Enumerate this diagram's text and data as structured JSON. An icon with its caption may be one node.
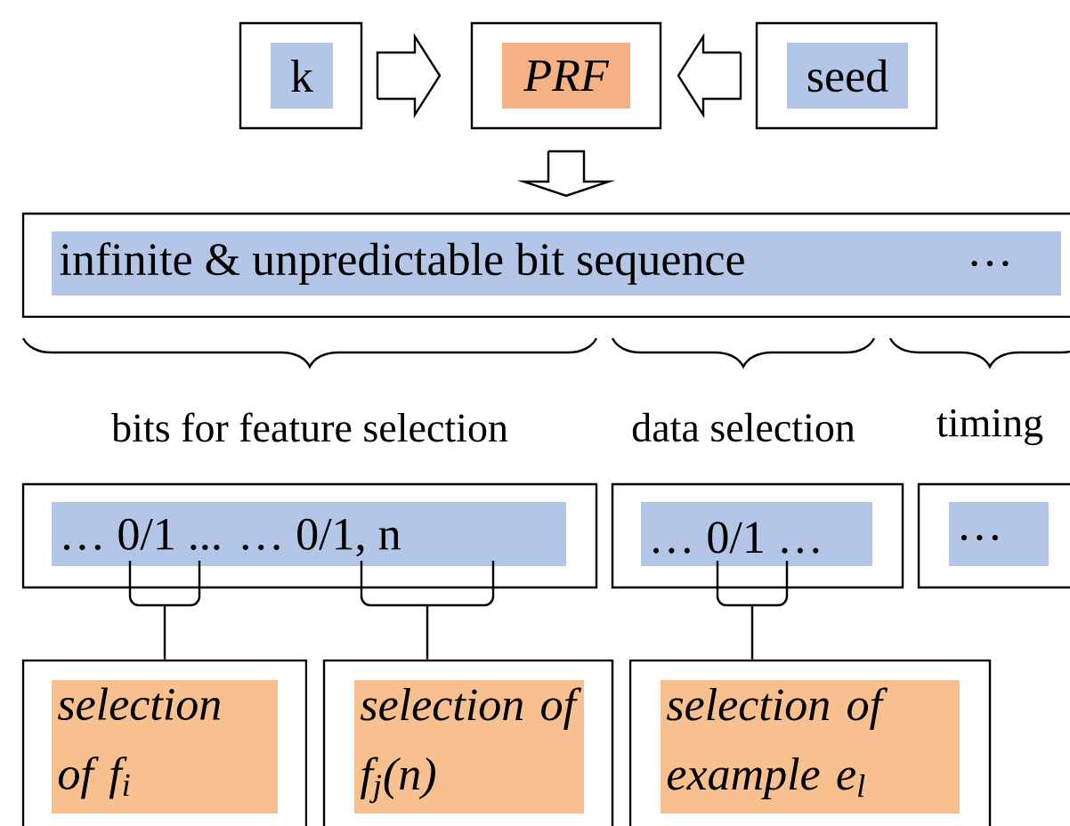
{
  "diagram": {
    "nodes": [
      {
        "text": [
          "k"
        ]
      },
      {
        "text": [
          "PRF"
        ]
      },
      {
        "text": [
          "seed"
        ]
      },
      {
        "text": [
          "infinite & unpredictable bit sequence",
          "…"
        ]
      },
      {
        "text": [
          "… 0/1 ... … 0/1, n"
        ]
      },
      {
        "text": [
          "… 0/1 …"
        ]
      },
      {
        "text": [
          "…"
        ]
      },
      {
        "text": [
          "selection of f$_{i}$"
        ]
      },
      {
        "text": [
          "selection of f$_{j}$(n)"
        ]
      },
      {
        "text": [
          "selection of example e$_{l}$"
        ]
      }
    ],
    "edges": [
      {
        "from": 0,
        "to": 1,
        "arrow": "to"
      },
      {
        "from": 2,
        "to": 1,
        "arrow": "to"
      },
      {
        "from": 1,
        "to": 3,
        "arrow": "to"
      },
      {
        "from": 4,
        "to": 7,
        "arrow": "none"
      },
      {
        "from": 4,
        "to": 8,
        "arrow": "none"
      },
      {
        "from": 5,
        "to": 9,
        "arrow": "none"
      }
    ],
    "labels": [
      "bits for feature selection",
      "data selection",
      "timing"
    ]
  }
}
